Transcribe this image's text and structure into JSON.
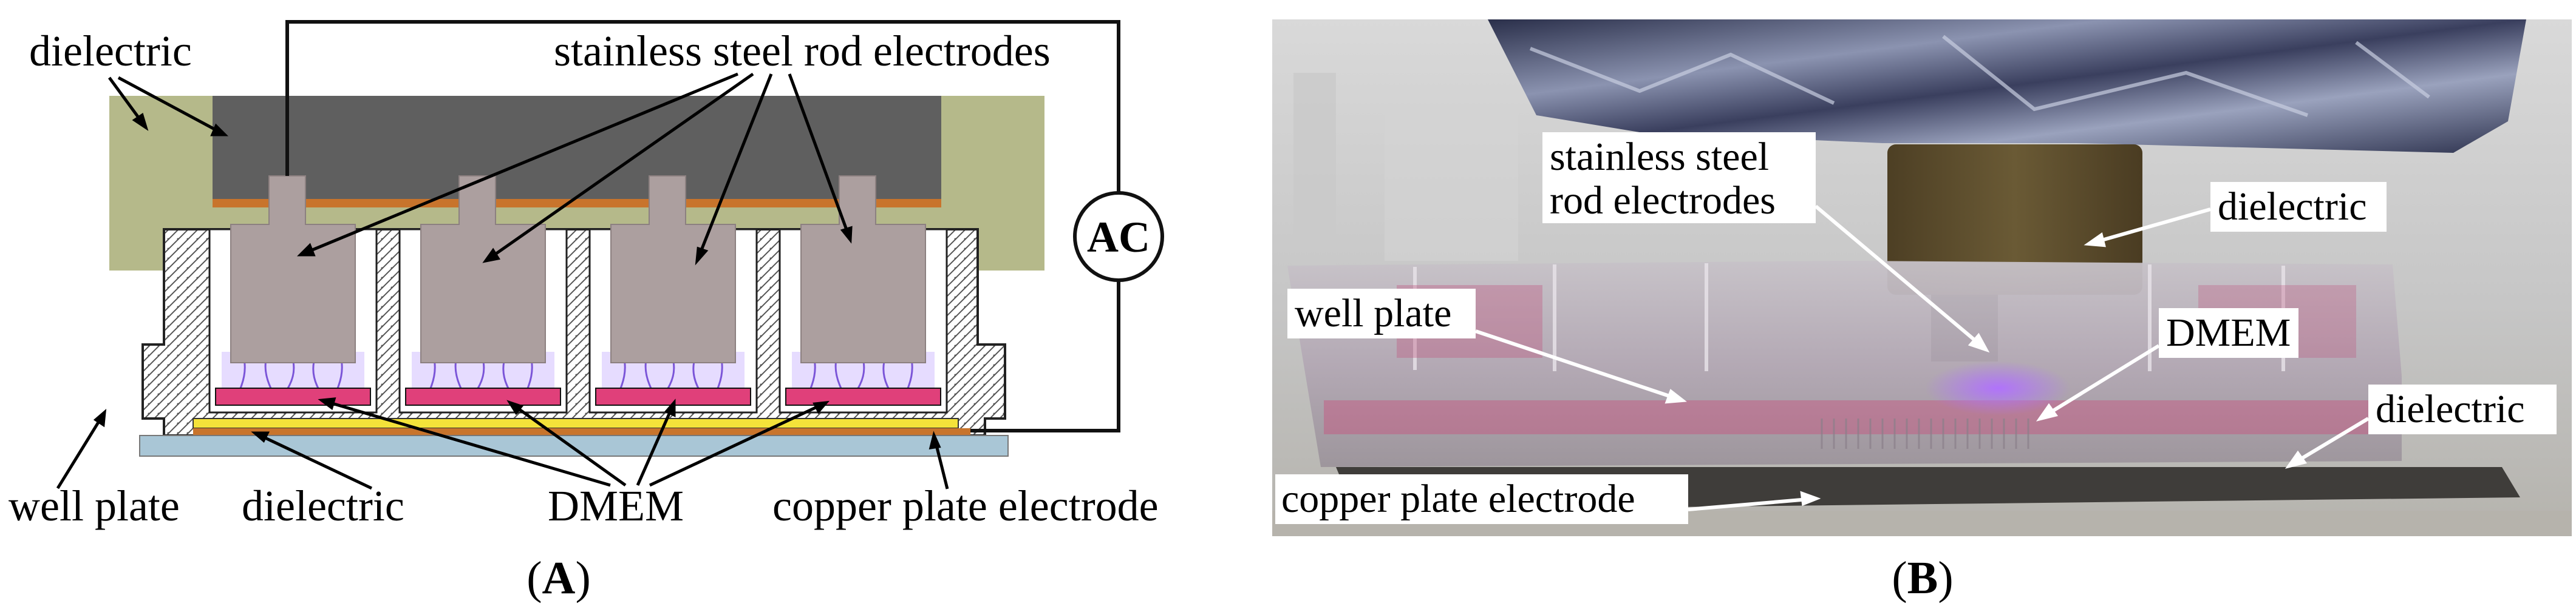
{
  "panel_a": {
    "labels": {
      "dielectric_top": "dielectric",
      "rod_electrodes": "stainless steel rod electrodes",
      "well_plate": "well plate",
      "dielectric_bottom": "dielectric",
      "dmem": "DMEM",
      "copper": "copper plate electrode",
      "ac": "AC"
    },
    "caption_letter": "A"
  },
  "panel_b": {
    "labels": {
      "rod_electrodes_line1": "stainless steel",
      "rod_electrodes_line2": "rod electrodes",
      "dielectric_top": "dielectric",
      "well_plate": "well plate",
      "dmem": "DMEM",
      "dielectric_right": "dielectric",
      "copper": "copper plate electrode"
    },
    "caption_letter": "B"
  },
  "colors": {
    "dielectric": "#b5b98a",
    "rod_holder": "#5f5f5f",
    "rod": "#ac9f9f",
    "copper": "#c8742c",
    "medium": "#e0407a",
    "plasma": "#7b55d8",
    "yellow_dielectric": "#f4e23a",
    "base": "#a9c6d6"
  }
}
